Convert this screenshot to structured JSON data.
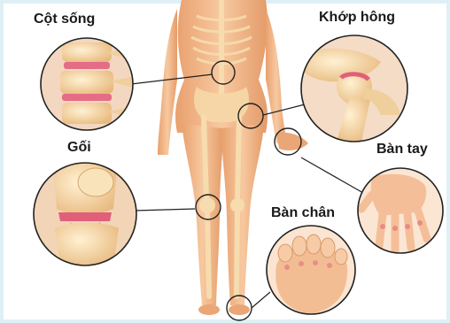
{
  "labels": {
    "spine": "Cột sống",
    "hip": "Khớp hông",
    "knee": "Gối",
    "hand": "Bàn tay",
    "foot": "Bàn chân"
  },
  "colors": {
    "background": "#dfeff6",
    "panel": "#ffffff",
    "skin": "#f2b98e",
    "bone": "#f6dcae",
    "inflamed": "#e0607a",
    "callout_line": "#222222"
  }
}
